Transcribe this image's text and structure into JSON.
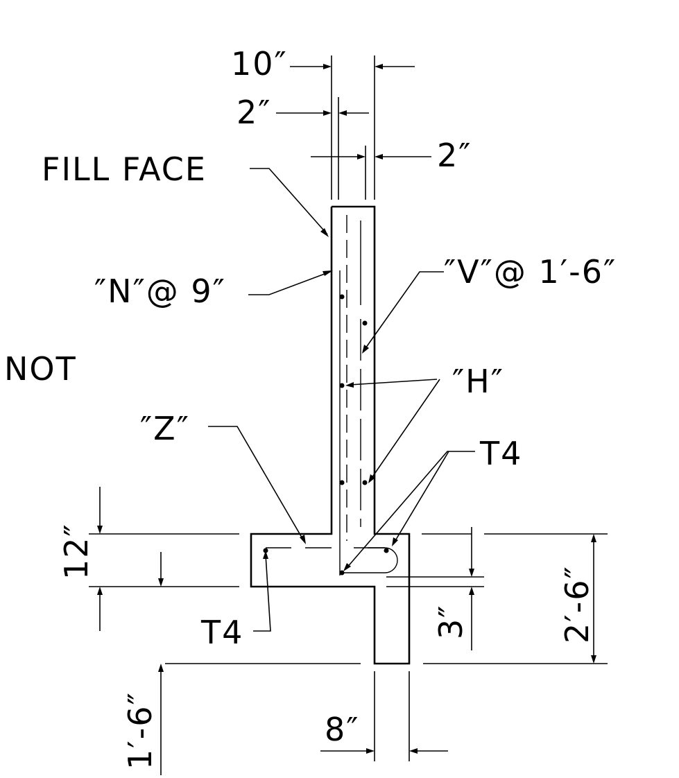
{
  "labels": {
    "dim_wall_thickness": "10″",
    "dim_fill_cover": "2″",
    "dim_front_cover": "2″",
    "fill_face": "FILL FACE",
    "bar_n": "″N″@ 9″",
    "bar_v": "″V″@ 1′-6″",
    "note": "NOT",
    "bar_h": "″H″",
    "bar_z": "″Z″",
    "bar_t4_right": "T4",
    "dim_footing_depth": "12″",
    "bar_t4_left": "T4",
    "dim_bottom_cover": "3″",
    "dim_total_depth": "2′-6″",
    "dim_key_depth": "1′-6″",
    "dim_key_width": "8″"
  }
}
